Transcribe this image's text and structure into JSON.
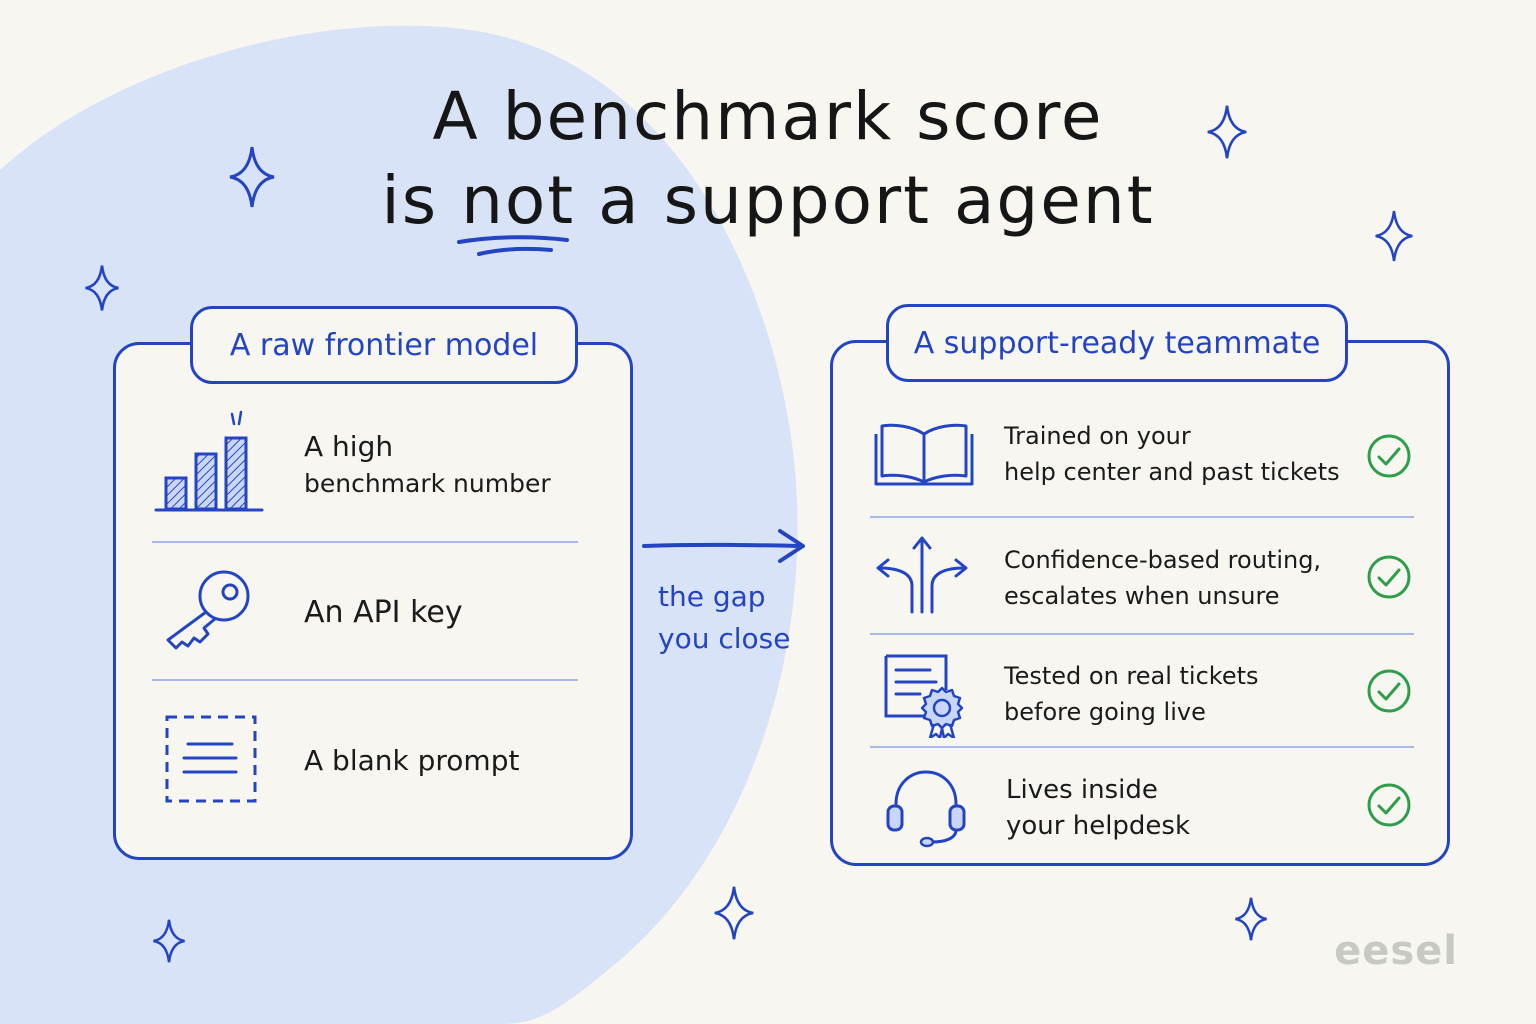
{
  "title": {
    "line1": "A benchmark score",
    "line2_before": "is",
    "line2_emphasis": "not",
    "line2_after": "a support agent"
  },
  "colors": {
    "accent": "#2345c4",
    "blob": "#d9e3f8",
    "background": "#f7f6f1",
    "check": "#2e9e4a"
  },
  "left_panel": {
    "header": "A raw frontier model",
    "items": [
      {
        "text_line1": "A high",
        "text_line2": "benchmark number",
        "icon": "bar-chart-icon"
      },
      {
        "text_line1": "An API key",
        "icon": "key-icon"
      },
      {
        "text_line1": "A blank prompt",
        "icon": "blank-prompt-icon"
      }
    ]
  },
  "gap": {
    "line1": "the gap",
    "line2": "you close"
  },
  "right_panel": {
    "header": "A support-ready teammate",
    "items": [
      {
        "text_line1": "Trained on your",
        "text_line2": "help center and past tickets",
        "icon": "book-icon"
      },
      {
        "text_line1": "Confidence-based routing,",
        "text_line2": "escalates when unsure",
        "icon": "routing-arrows-icon"
      },
      {
        "text_line1": "Tested on real tickets",
        "text_line2": "before going live",
        "icon": "certificate-icon"
      },
      {
        "text_line1": "Lives inside",
        "text_line2": "your helpdesk",
        "icon": "headset-icon"
      }
    ]
  },
  "brand": "eesel"
}
